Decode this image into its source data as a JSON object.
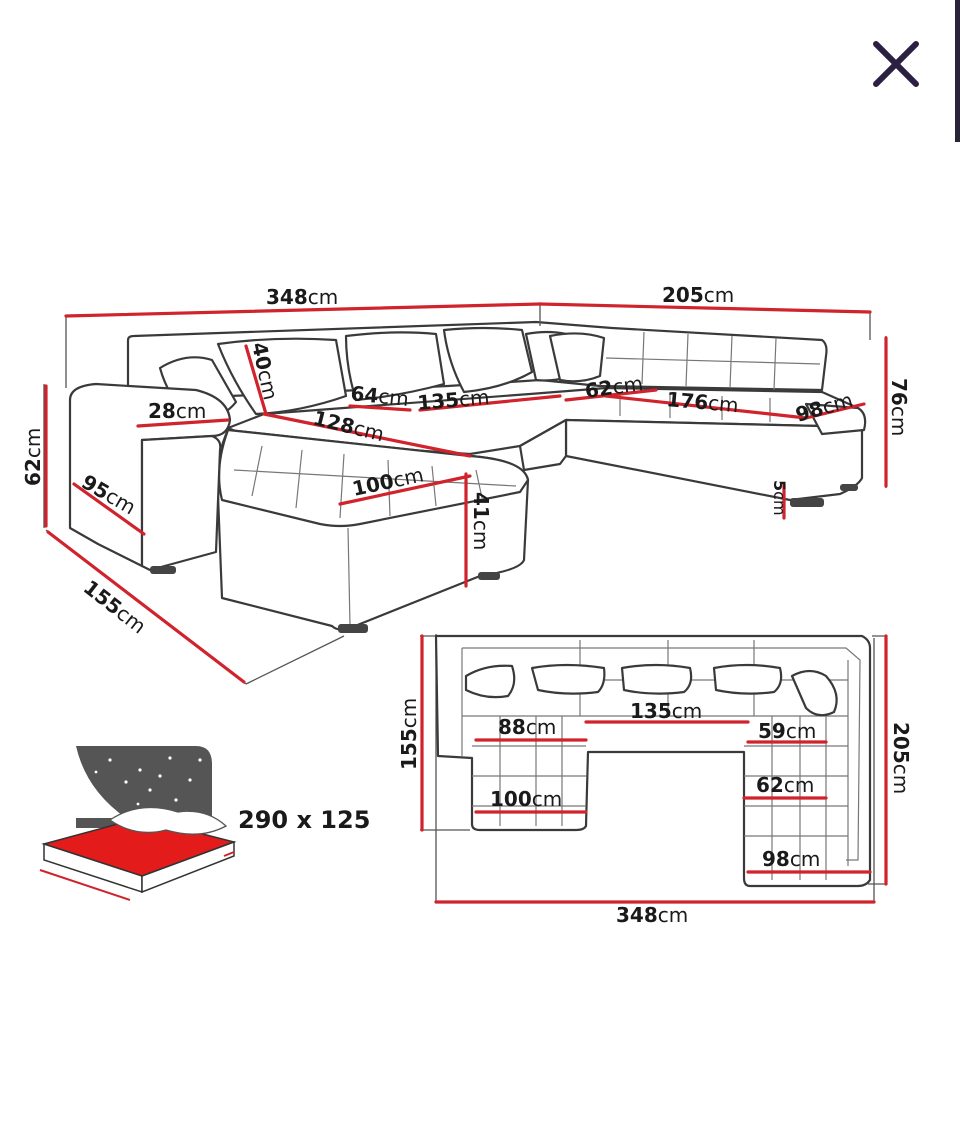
{
  "window": {
    "close_label": "Close"
  },
  "colors": {
    "dimension": "#d0232c",
    "outline": "#3a3a3a",
    "bed_fill": "#e41b1b",
    "night": "#555555",
    "close_icon": "#2b2042"
  },
  "icons": {
    "close": "close-icon",
    "bed": "bed-icon"
  },
  "unit": "cm",
  "perspective": {
    "dims": [
      {
        "id": "total-width",
        "value": "348"
      },
      {
        "id": "right-width",
        "value": "205"
      },
      {
        "id": "back-height-right",
        "value": "76"
      },
      {
        "id": "height-left",
        "value": "62"
      },
      {
        "id": "chaise-depth",
        "value": "155"
      },
      {
        "id": "side-depth",
        "value": "95"
      },
      {
        "id": "armrest",
        "value": "28"
      },
      {
        "id": "back-cushion",
        "value": "40"
      },
      {
        "id": "chaise-seat",
        "value": "128"
      },
      {
        "id": "chaise-front",
        "value": "100"
      },
      {
        "id": "seat-height",
        "value": "41"
      },
      {
        "id": "middle-left",
        "value": "64"
      },
      {
        "id": "middle-seat",
        "value": "135"
      },
      {
        "id": "corner",
        "value": "62"
      },
      {
        "id": "right-seat",
        "value": "176"
      },
      {
        "id": "right-end",
        "value": "98"
      },
      {
        "id": "leg-height",
        "value": "5"
      }
    ]
  },
  "plan": {
    "dims": [
      {
        "id": "plan-left-depth",
        "value": "155"
      },
      {
        "id": "plan-right-depth",
        "value": "205"
      },
      {
        "id": "plan-total",
        "value": "348"
      },
      {
        "id": "plan-middle",
        "value": "135"
      },
      {
        "id": "plan-left-seat",
        "value": "88"
      },
      {
        "id": "plan-left-front",
        "value": "100"
      },
      {
        "id": "plan-right-top",
        "value": "59"
      },
      {
        "id": "plan-right-mid",
        "value": "62"
      },
      {
        "id": "plan-right-bottom",
        "value": "98"
      }
    ]
  },
  "bed": {
    "size": "290 x 125"
  }
}
